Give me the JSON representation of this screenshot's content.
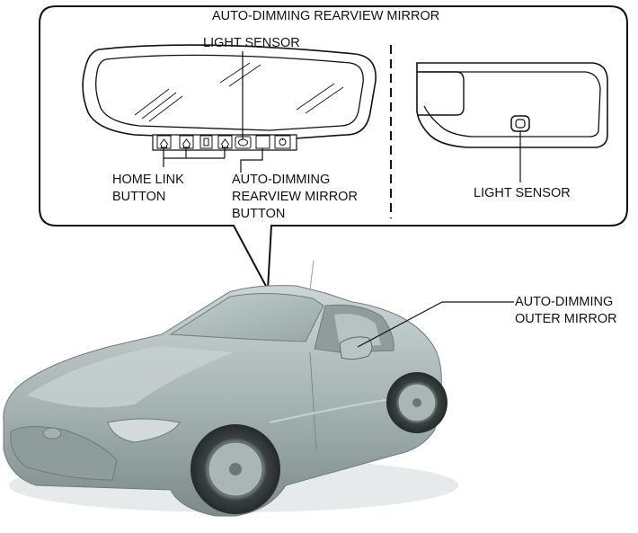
{
  "title": "AUTO-DIMMING REARVIEW MIRROR",
  "labels": {
    "light_sensor_front": "LIGHT SENSOR",
    "home_link_line1": "HOME LINK",
    "home_link_line2": "BUTTON",
    "ad_button_line1": "AUTO-DIMMING",
    "ad_button_line2": "REARVIEW MIRROR",
    "ad_button_line3": "BUTTON",
    "light_sensor_rear": "LIGHT SENSOR",
    "outer_mirror_line1": "AUTO-DIMMING",
    "outer_mirror_line2": "OUTER MIRROR"
  },
  "colors": {
    "line": "#111111",
    "car_body": "#a9b6b6",
    "car_shadow": "#7f8c8c",
    "car_highlight": "#d4dcdc",
    "tire": "#2e3434"
  }
}
